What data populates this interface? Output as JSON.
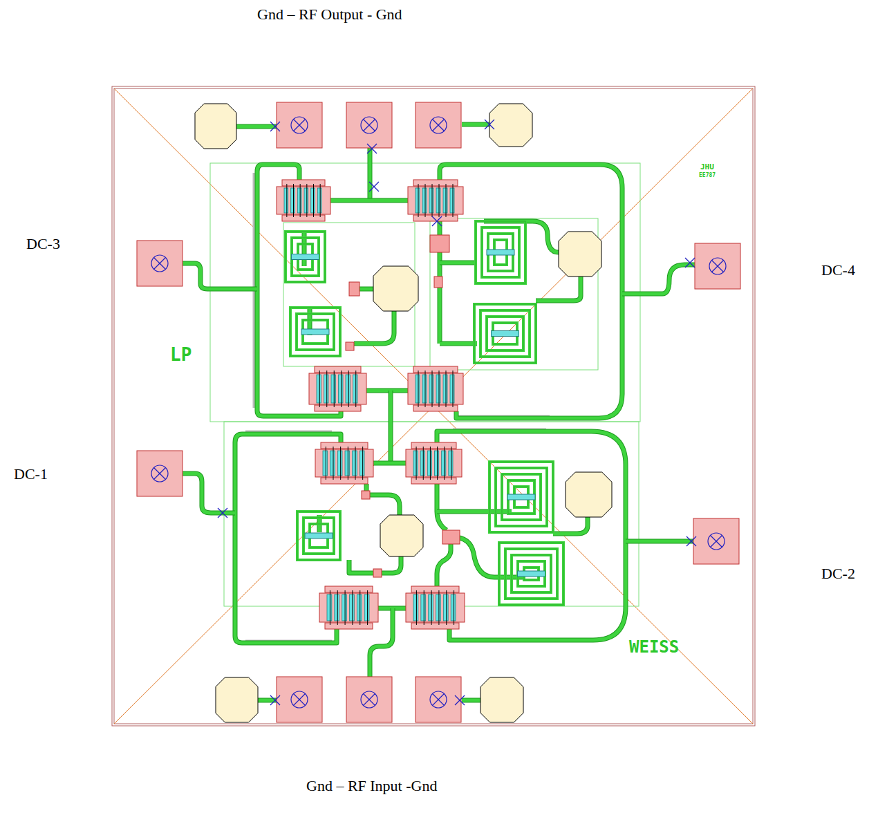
{
  "diagram": {
    "labels": [
      "Gnd – RF Output - Gnd",
      "DC-3",
      "DC-4",
      "DC-1",
      "DC-2",
      "Gnd – RF Input -Gnd",
      "LP",
      "JHU",
      "EE787",
      "WEISS"
    ]
  }
}
